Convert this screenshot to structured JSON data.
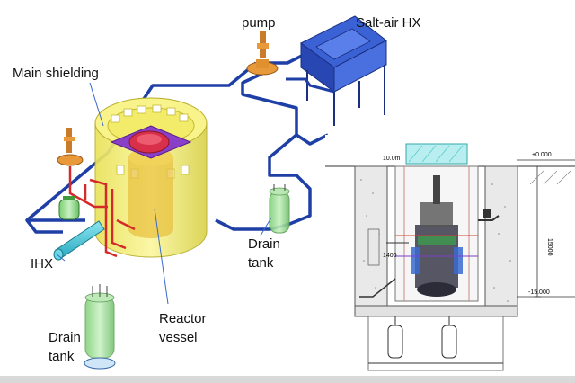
{
  "labels": {
    "pump": "pump",
    "salt_air_hx": "Salt-air HX",
    "main_shielding": "Main shielding",
    "ihx": "IHX",
    "drain_tank_right": "Drain\ntank",
    "reactor_vessel": "Reactor\nvessel",
    "drain_tank_left": "Drain\ntank"
  },
  "drawing_annotations": {
    "elevation_top": "+0.000",
    "elevation_bottom": "-15.000",
    "dimension": "15000",
    "level_top_left": "10.0m",
    "level_mid_left": "1400"
  },
  "colors": {
    "pipe_blue": "#1e3fa6",
    "shield_yellow": "#f2ee6e",
    "hx_blue": "#2f55c9",
    "pump_orange": "#e89a3a",
    "red_pipe": "#d42a2a",
    "green_tank": "#8fd48a",
    "ihx_cyan": "#3fc4d8",
    "core_red": "#d8304a",
    "core_purple": "#8a3fc9"
  }
}
